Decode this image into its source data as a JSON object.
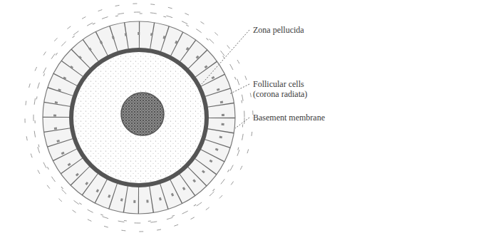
{
  "diagram": {
    "labels": [
      "Zona pellucida",
      "Follicular cells (corona radiata)",
      "Basement membrane"
    ]
  }
}
